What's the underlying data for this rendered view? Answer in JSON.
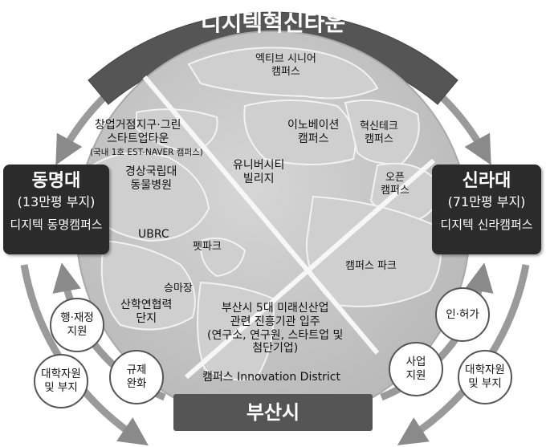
{
  "diagram": {
    "top_banner": "디지텍혁신타운",
    "bottom_banner": "부산시",
    "left_box": {
      "name": "동명대",
      "area": "(13만평 부지)",
      "campus": "디지텍 동명캠퍼스"
    },
    "right_box": {
      "name": "신라대",
      "area": "(71만평 부지)",
      "campus": "디지텍 신라캠퍼스"
    },
    "left_bubbles": [
      {
        "text": "행·재정\n지원"
      },
      {
        "text": "대학자원\n및 부지"
      },
      {
        "text": "규제\n완화"
      }
    ],
    "right_bubbles": [
      {
        "text": "인·허가"
      },
      {
        "text": "사업\n지원"
      },
      {
        "text": "대학자원\n및 부지"
      }
    ],
    "zones": {
      "active_senior": "엑티브 시니어\n캠퍼스",
      "startup": "창업거점지구·그린\n스타트업타운",
      "startup_note": "(국내 1호 EST-NAVER 캠퍼스)",
      "animal_hospital": "경상국립대\n동물병원",
      "ubrc": "UBRC",
      "pet_park": "펫파크",
      "riding": "승마장",
      "industry": "산학연협력\n단지",
      "university_village": "유니버시티\n빌리지",
      "innovation": "이노베이션\n캠퍼스",
      "hyeoksin": "혁신테크\n캠퍼스",
      "open": "오픈\n캠퍼스",
      "campus_park": "캠퍼스 파크",
      "busan_desc": "부산시 5대 미래신산업\n관련 진흥기관 입주\n(연구소, 연구원, 스타트업 및\n첨단기업)",
      "innovation_district": "캠퍼스 Innovation District"
    }
  }
}
